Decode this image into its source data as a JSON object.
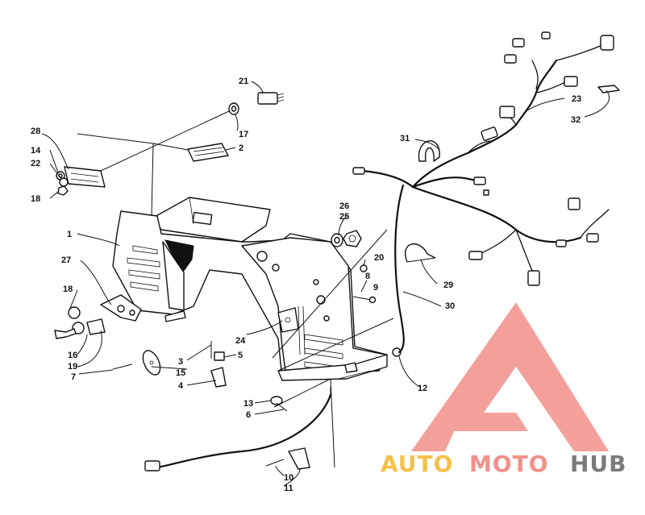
{
  "callouts": {
    "c1": "1",
    "c2": "2",
    "c3": "3",
    "c4": "4",
    "c5": "5",
    "c6": "6",
    "c7": "7",
    "c8": "8",
    "c9": "9",
    "c10": "10",
    "c11": "11",
    "c12": "12",
    "c13": "13",
    "c14": "14",
    "c15": "15",
    "c16": "16",
    "c17": "17",
    "c18a": "18",
    "c18b": "18",
    "c19": "19",
    "c20": "20",
    "c21": "21",
    "c22": "22",
    "c23": "23",
    "c24": "24",
    "c25": "25",
    "c26": "26",
    "c27": "27",
    "c28": "28",
    "c29": "29",
    "c30": "30",
    "c31": "31",
    "c32": "32"
  },
  "watermark": {
    "part1": "AUTO",
    "part2": "MOTO",
    "part3": "HUB",
    "color1": "#f6c04a",
    "color2": "#f2908a",
    "color3": "#7a7a7a",
    "logo_color": "#f2908a"
  }
}
